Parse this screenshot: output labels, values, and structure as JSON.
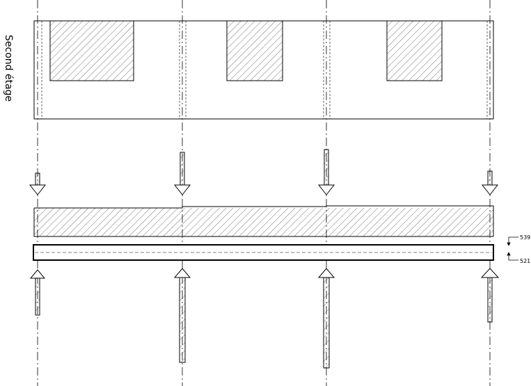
{
  "labels": {
    "floor": "Second étage",
    "section_top": "539",
    "section_bottom": "521"
  },
  "colors": {
    "line": "#000000",
    "background": "#ffffff"
  }
}
